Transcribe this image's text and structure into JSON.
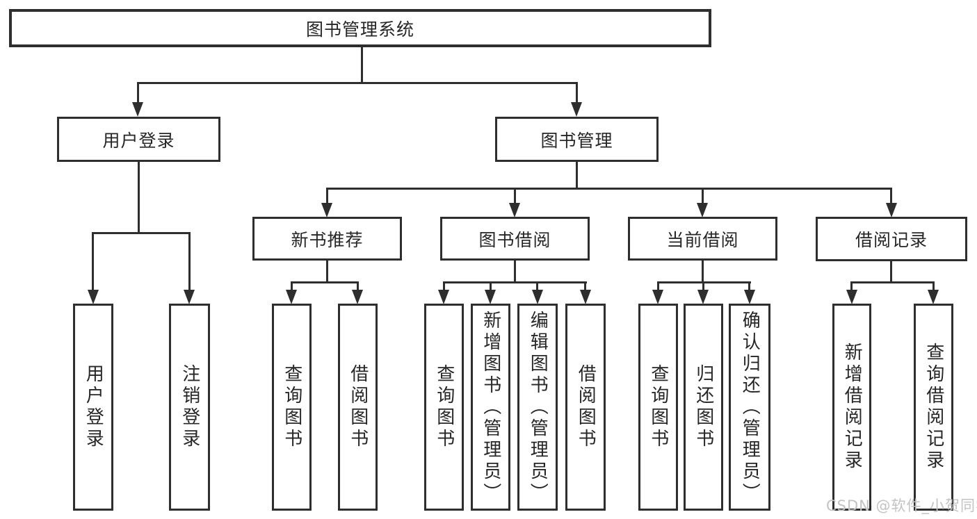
{
  "diagram": {
    "root": {
      "label": "图书管理系统"
    },
    "level2": [
      {
        "label": "用户登录",
        "children": [
          {
            "label": "用户登录"
          },
          {
            "label": "注销登录"
          }
        ]
      },
      {
        "label": "图书管理",
        "children": [
          {
            "label": "新书推荐",
            "children": [
              {
                "label": "查询图书"
              },
              {
                "label": "借阅图书"
              }
            ]
          },
          {
            "label": "图书借阅",
            "children": [
              {
                "label": "查询图书"
              },
              {
                "label": "新增图书（管理员）"
              },
              {
                "label": "编辑图书（管理员）"
              },
              {
                "label": "借阅图书"
              }
            ]
          },
          {
            "label": "当前借阅",
            "children": [
              {
                "label": "查询图书"
              },
              {
                "label": "归还图书"
              },
              {
                "label": "确认归还（管理员）"
              }
            ]
          },
          {
            "label": "借阅记录",
            "children": [
              {
                "label": "新增借阅记录"
              },
              {
                "label": "查询借阅记录"
              }
            ]
          }
        ]
      }
    ],
    "watermark": "CSDN @软件_小贺同学",
    "colors": {
      "line": "#2e2e2e",
      "text": "#262626",
      "watermark": "#c3c3c3",
      "background": "#ffffff"
    }
  }
}
